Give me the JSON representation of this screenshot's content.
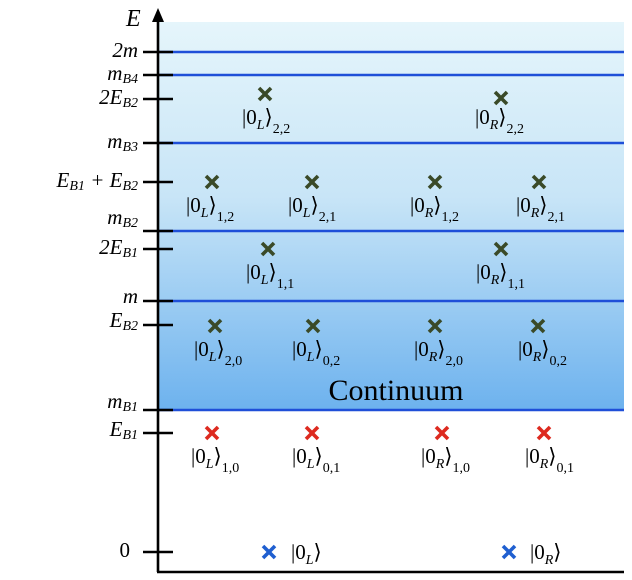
{
  "axis": {
    "label": "E"
  },
  "levels": {
    "zero": "0",
    "EB1": "E",
    "mB1": "m",
    "EB2": "E",
    "m": "m",
    "twoEB1": "2E",
    "mB2": "m",
    "EB1pEB2": "E",
    "mB3": "m",
    "twoEB2": "2E",
    "mB4": "m",
    "twoM": "2m"
  },
  "subs": {
    "B1": "B1",
    "B2": "B2",
    "B3": "B3",
    "B4": "B4",
    "plus": " + E"
  },
  "continuum_label": "Continuum",
  "states": {
    "ground_L": "|0",
    "ground_L_sub": "L",
    "ground_R": "|0",
    "ground_R_sub": "R",
    "s_L_10": {
      "k": "|0",
      "side": "L",
      "idx": "1,0"
    },
    "s_L_01": {
      "k": "|0",
      "side": "L",
      "idx": "0,1"
    },
    "s_R_10": {
      "k": "|0",
      "side": "R",
      "idx": "1,0"
    },
    "s_R_01": {
      "k": "|0",
      "side": "R",
      "idx": "0,1"
    },
    "s_L_20": {
      "k": "|0",
      "side": "L",
      "idx": "2,0"
    },
    "s_L_02": {
      "k": "|0",
      "side": "L",
      "idx": "0,2"
    },
    "s_R_20": {
      "k": "|0",
      "side": "R",
      "idx": "2,0"
    },
    "s_R_02": {
      "k": "|0",
      "side": "R",
      "idx": "0,2"
    },
    "s_L_11": {
      "k": "|0",
      "side": "L",
      "idx": "1,1"
    },
    "s_R_11": {
      "k": "|0",
      "side": "R",
      "idx": "1,1"
    },
    "s_L_12": {
      "k": "|0",
      "side": "L",
      "idx": "1,2"
    },
    "s_L_21": {
      "k": "|0",
      "side": "L",
      "idx": "2,1"
    },
    "s_R_12": {
      "k": "|0",
      "side": "R",
      "idx": "1,2"
    },
    "s_R_21": {
      "k": "|0",
      "side": "R",
      "idx": "2,1"
    },
    "s_L_22": {
      "k": "|0",
      "side": "L",
      "idx": "2,2"
    },
    "s_R_22": {
      "k": "|0",
      "side": "R",
      "idx": "2,2"
    }
  },
  "colors": {
    "band_top": "#e3f4fb",
    "band_bottom": "#6fb3ee",
    "level_line": "#1f4fd8",
    "cross_bound": "#dd2a1f",
    "cross_ground": "#1f5fd0",
    "cross_excited": "#3a4a28"
  }
}
